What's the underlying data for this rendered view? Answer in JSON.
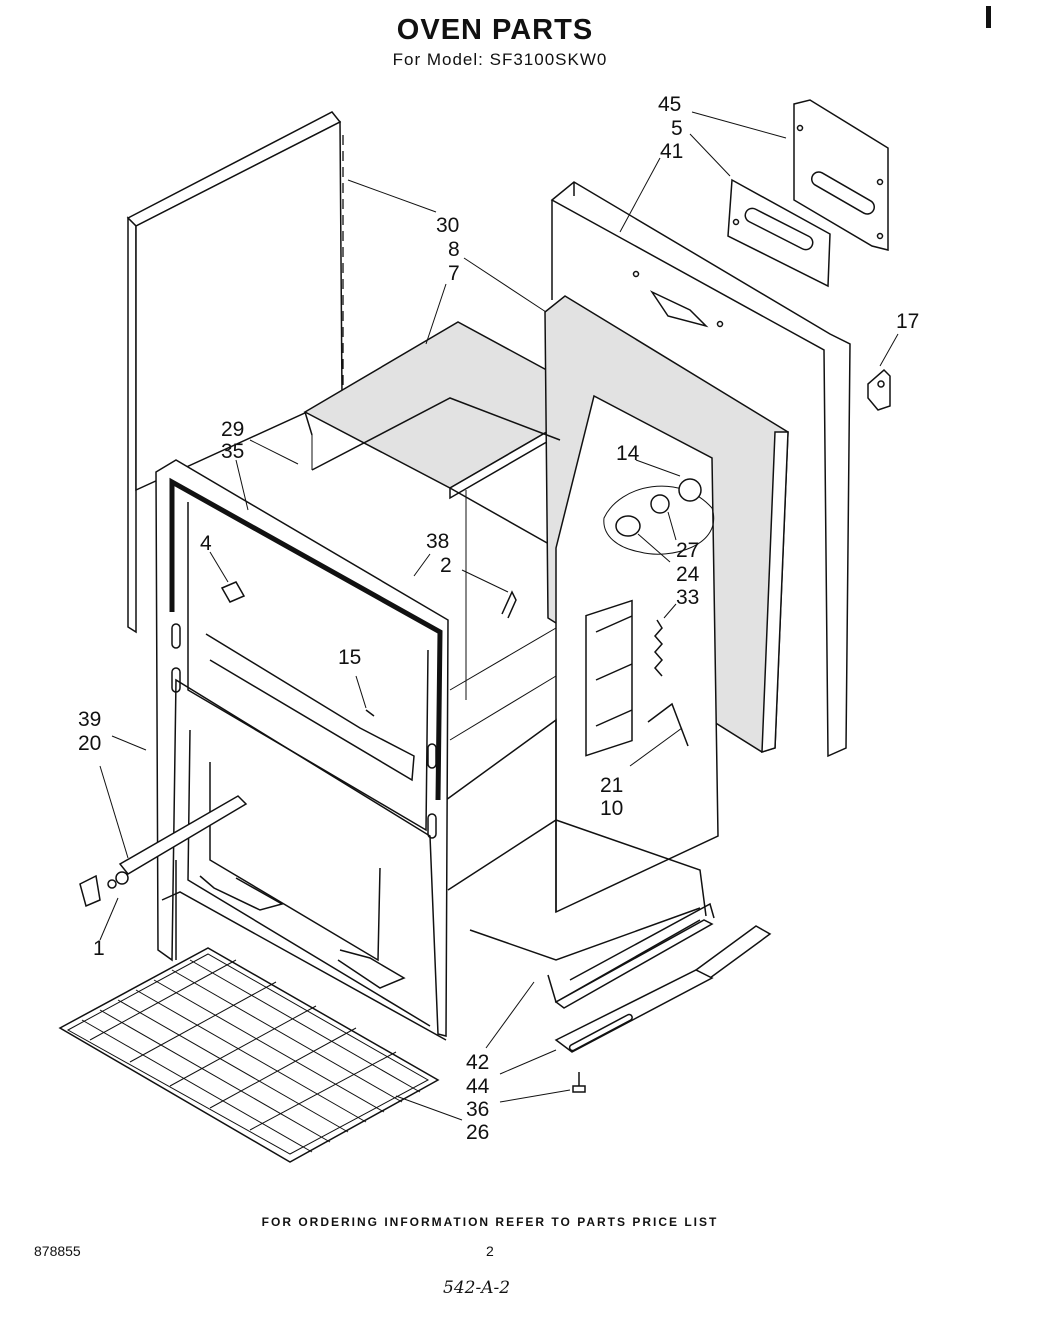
{
  "header": {
    "title": "OVEN PARTS",
    "model_line": "For Model: SF3100SKW0"
  },
  "callouts": {
    "c45": "45",
    "c5": "5",
    "c41": "41",
    "c30": "30",
    "c8": "8",
    "c7": "7",
    "c17": "17",
    "c29": "29",
    "c35": "35",
    "c14": "14",
    "c4": "4",
    "c38": "38",
    "c2": "2",
    "c27": "27",
    "c24": "24",
    "c33": "33",
    "c15": "15",
    "c39": "39",
    "c20": "20",
    "c21": "21",
    "c10": "10",
    "c1": "1",
    "c42": "42",
    "c44": "44",
    "c36": "36",
    "c26": "26"
  },
  "footer": {
    "ordering_note": "FOR ORDERING INFORMATION REFER TO PARTS PRICE LIST",
    "doc_number": "878855",
    "page_number": "2",
    "handwritten_note": "542-A-2"
  }
}
